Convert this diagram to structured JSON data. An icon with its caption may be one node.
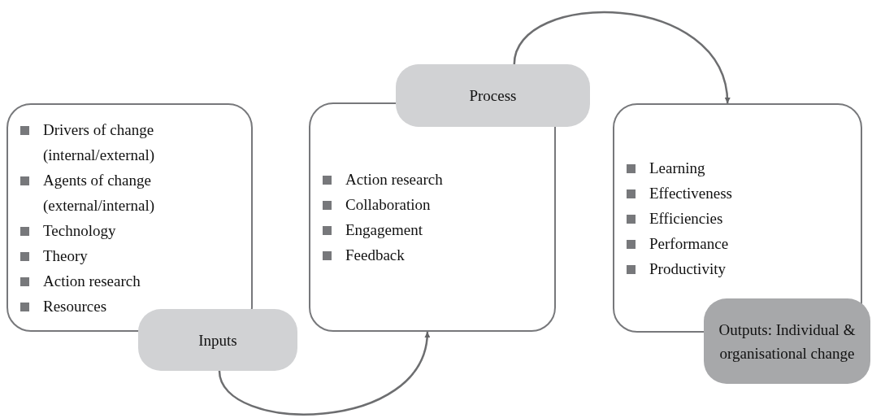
{
  "diagram": {
    "nodes": [
      {
        "text": [
          "Drivers of change (internal/external)",
          "Agents of change (external/internal)",
          "Technology",
          "Theory",
          "Action research",
          "Resources"
        ]
      },
      {
        "text": [
          "Inputs"
        ]
      },
      {
        "text": [
          "Action research",
          "Collaboration",
          "Engagement",
          "Feedback"
        ]
      },
      {
        "text": [
          "Process"
        ]
      },
      {
        "text": [
          "Learning",
          "Effectiveness",
          "Efficiencies",
          "Performance",
          "Productivity"
        ]
      },
      {
        "text": [
          "Outputs: Individual & organisational change"
        ]
      }
    ],
    "edges": [
      {
        "from": 1,
        "to": 2,
        "arrow": "to"
      },
      {
        "from": 3,
        "to": 4,
        "arrow": "to"
      }
    ]
  }
}
